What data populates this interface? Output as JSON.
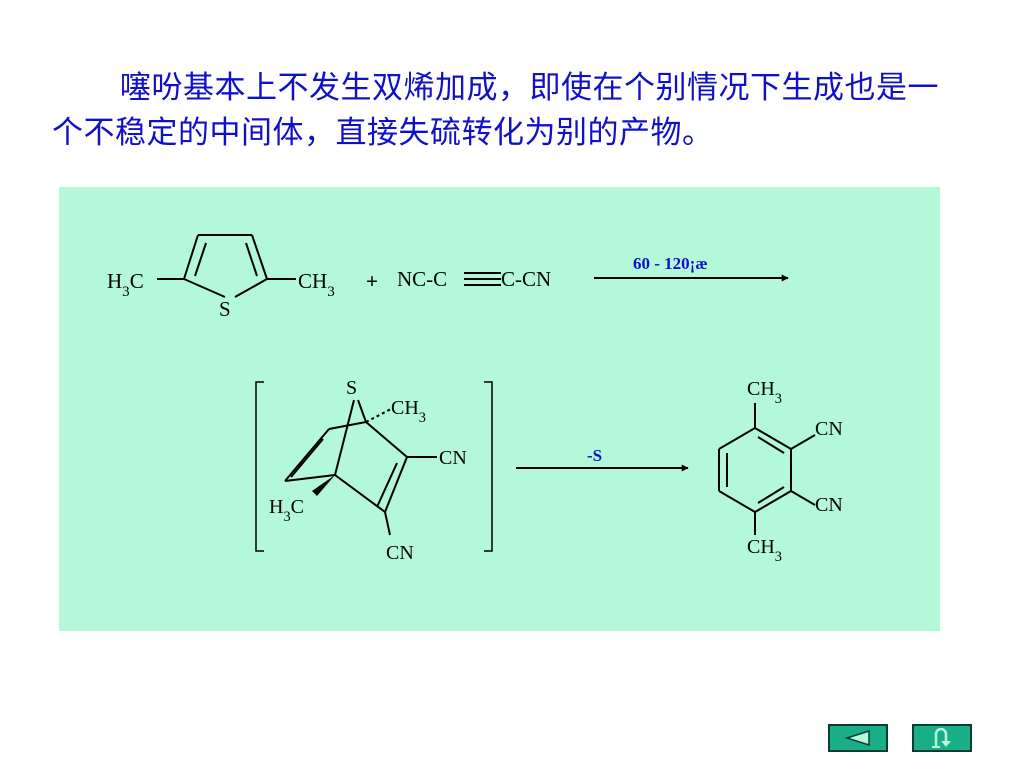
{
  "intro_text": "噻吩基本上不发生双烯加成，即使在个别情况下生成也是一个不稳定的中间体，直接失硫转化为别的产物。",
  "colors": {
    "text_blue": "#1010c8",
    "panel_bg": "#b3f8d8",
    "nav_button": "#1aae88"
  },
  "reaction_1": {
    "reactant_left_group": "H3C",
    "reactant_ring_atom": "S",
    "reactant_right_group": "CH3",
    "plus": "+",
    "alkyne_left": "NC-C",
    "alkyne_right": "C-CN",
    "condition": "60 - 120¡æ"
  },
  "intermediate": {
    "bridge_atom": "S",
    "methyl_top": "CH3",
    "methyl_bottom": "H3C",
    "nitrile_right": "CN",
    "nitrile_bottom": "CN"
  },
  "reaction_2": {
    "condition": "-S"
  },
  "product": {
    "methyl_top": "CH3",
    "nitrile_1": "CN",
    "nitrile_2": "CN",
    "methyl_bottom": "CH3"
  },
  "nav": {
    "back_icon": "left-triangle-icon",
    "return_icon": "return-arrow-icon"
  }
}
